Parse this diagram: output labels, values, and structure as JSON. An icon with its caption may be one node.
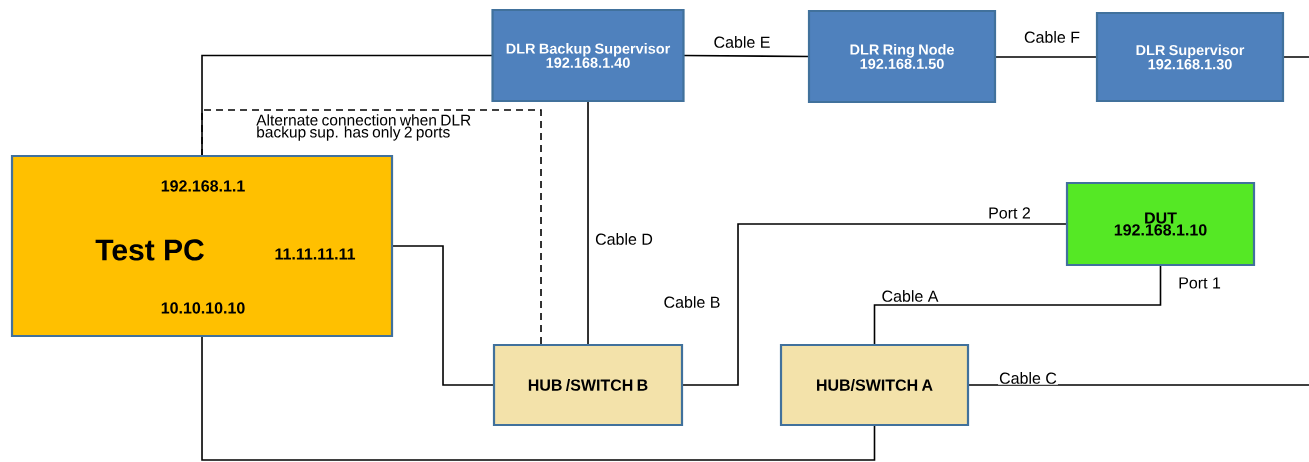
{
  "diagram": {
    "nodes": [
      {
        "text": [
          "192.168.1.1",
          "Test PC",
          "11.11.11.11",
          "10.10.10.10"
        ]
      },
      {
        "text": [
          "DLR Backup Supervisor",
          "192.168.1.40"
        ]
      },
      {
        "text": [
          "DLR Ring Node",
          "192.168.1.50"
        ]
      },
      {
        "text": [
          "DLR Supervisor",
          "192.168.1.30"
        ]
      },
      {
        "text": [
          "DUT",
          "192.168.1.10"
        ],
        "beside": [
          "Port 2",
          "Port 1"
        ]
      },
      {
        "text": [
          "HUB /SWITCH B"
        ]
      },
      {
        "text": [
          "HUB/SWITCH A"
        ]
      }
    ],
    "edges": [
      {
        "from": 0,
        "to": 1,
        "arrow": "none"
      },
      {
        "from": 1,
        "to": 2,
        "arrow": "none",
        "label": "Cable E"
      },
      {
        "from": 2,
        "to": 3,
        "arrow": "none",
        "label": "Cable F"
      },
      {
        "from": 3,
        "to": null,
        "arrow": "none"
      },
      {
        "from": 0,
        "to": 5,
        "arrow": "none",
        "style": "dashed",
        "label": "Alternate connection when DLR backup sup. has only 2 ports"
      },
      {
        "from": 0,
        "to": 5,
        "arrow": "none"
      },
      {
        "from": 1,
        "to": 5,
        "arrow": "none",
        "label": "Cable D"
      },
      {
        "from": 5,
        "to": 4,
        "arrow": "none",
        "label": "Cable B"
      },
      {
        "from": 4,
        "to": 6,
        "arrow": "none",
        "label": "Cable A"
      },
      {
        "from": 6,
        "to": null,
        "arrow": "none",
        "label": "Cable C"
      },
      {
        "from": 0,
        "to": 6,
        "arrow": "none"
      }
    ]
  }
}
